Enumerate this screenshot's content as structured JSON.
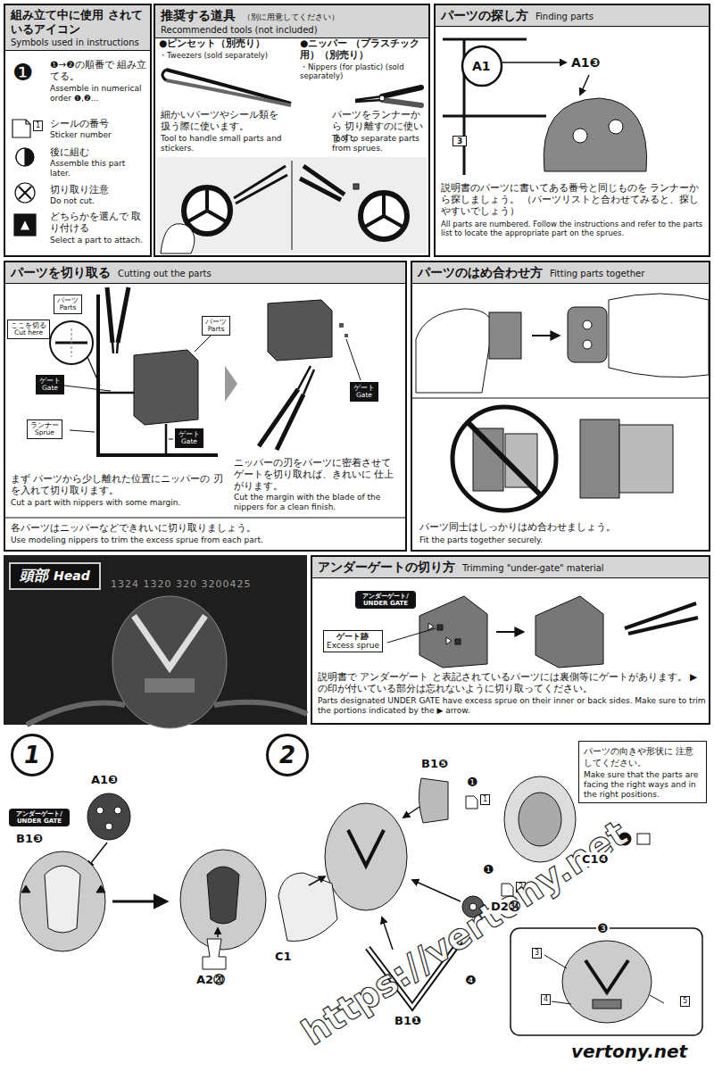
{
  "diagram": {
    "nodes": [
      {
        "text": [
          "組み立て中に使用 されているアイコン",
          "Symbols used in instructions"
        ]
      },
      {
        "text": [
          "推奨する道具",
          "（別に用意してください）",
          "Recommended tools (not included)"
        ]
      },
      {
        "text": [
          "パーツの探し方",
          "Finding parts"
        ]
      },
      {
        "text": [
          "パーツを切り取る",
          "Cutting out the parts"
        ]
      },
      {
        "text": [
          "ここを切る",
          "Cut here"
        ],
        "in": 3
      },
      {
        "text": [
          "パーツ",
          "Parts"
        ],
        "in": 3
      },
      {
        "text": [
          "パーツ",
          "Parts"
        ],
        "in": 3
      },
      {
        "text": [
          "ゲート",
          "Gate"
        ],
        "in": 3
      },
      {
        "text": [
          "ランナー",
          "Sprue"
        ],
        "in": 3
      },
      {
        "text": [
          "ゲート",
          "Gate"
        ],
        "in": 3
      },
      {
        "text": [
          "ゲート",
          "Gate"
        ],
        "in": 3
      },
      {
        "text": [
          "パーツのはめ合わせ方",
          "Fitting parts together"
        ]
      },
      {
        "text": [
          "頭部",
          "Head"
        ]
      },
      {
        "text": [
          "アンダーゲートの切り方",
          "Trimming \"under-gate\" material"
        ]
      },
      {
        "text": [
          "アンダーゲート/ UNDER GATE"
        ],
        "in": 13
      },
      {
        "text": [
          "ゲート跡",
          "Excess sprue"
        ],
        "in": 13
      },
      {
        "text": [
          "1"
        ]
      },
      {
        "text": [
          "アンダーゲート/ UNDER GATE"
        ]
      },
      {
        "text": [
          "2"
        ]
      },
      {
        "text": [
          "パーツの向きや形状に 注意してください。",
          "Make sure that the parts are facing the right ways and in the right positions."
        ]
      }
    ],
    "labels": [
      "❶",
      "❶→❷の順番で 組み立てる。",
      "Assemble in numerical order ❶,❷...",
      "1",
      "シールの番号",
      "Sticker number",
      "後に組む",
      "Assemble this part later.",
      "切り取り注意",
      "Do not cut.",
      "どちらかを選んで 取り付ける",
      "Select a part to attach.",
      "●ピンセット（別売り）",
      "・Tweezers (sold separately)",
      "細かいパーツやシール類を 扱う際に使います。",
      "Tool to handle small parts and stickers.",
      "●ニッパー （プラスチック用）（別売り）",
      "・Nippers (for plastic) (sold separately)",
      "パーツをランナーから 切り離すのに使います。",
      "Tool to separate parts from sprues.",
      "A1",
      "3",
      "A1❸",
      "説明書のパーツに書いてある番号と同じものを ランナーから探しましょう。 （パーツリストと合わせてみると、探しやすいでしょう）",
      "All parts are numbered. Follow the instructions and refer to the parts list to locate the appropriate part on the sprues.",
      "まず パーツから少し離れた位置にニッパーの 刃を入れて切り取ります。",
      "Cut a part with nippers with some margin.",
      "ニッパーの刃をパーツに密着させて ゲートを切り取れば、きれいに 仕上がります。",
      "Cut the margin with the blade of the nippers for a clean finish.",
      "各パーツはニッパーなどできれいに切り取りましょう。",
      "Use modeling nippers to trim the excess sprue from each part.",
      "パーツ同士はしっかりはめ合わせましょう。",
      "Fit the parts together securely.",
      "1324 1320 320 3200425",
      "説明書で アンダーゲート と表記されているパーツには裏側等にゲートがあります。 ▶の印が付いている部分は忘れないように切り取ってください。",
      "Parts designated UNDER GATE have excess sprue on their inner or back sides. Make sure to trim the portions indicated by the ▶ arrow.",
      "A1❸",
      "B1❸",
      "A2⑳",
      "B1❺",
      "C1",
      "D2㉞",
      "B1❶",
      "C1❹",
      "❶",
      "1",
      "❶",
      "2",
      "❹",
      "❸",
      "3",
      "4",
      "5",
      "https://vertony.net",
      "vertony.net"
    ]
  }
}
